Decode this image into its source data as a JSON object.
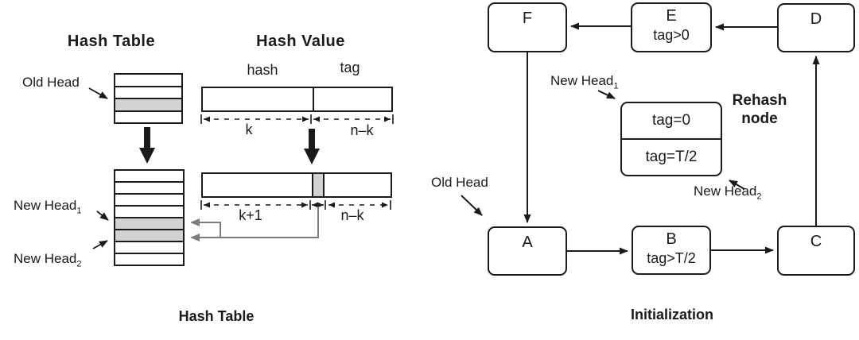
{
  "left": {
    "table_title": "Hash Table",
    "hash_value_title": "Hash Value",
    "old_head_label": "Old Head",
    "field_hash": "hash",
    "field_tag": "tag",
    "dim_k": "k",
    "dim_n_minus_k": "n–k",
    "dim_k_plus_1": "k+1",
    "dim_n_minus_k_2": "n–k",
    "new_head1": {
      "text": "New Head",
      "sub": "1"
    },
    "new_head2": {
      "text": "New Head",
      "sub": "2"
    },
    "caption": "Hash Table"
  },
  "right": {
    "nodes": {
      "f": {
        "label": "F"
      },
      "e": {
        "label": "E",
        "tag": "tag>0"
      },
      "d": {
        "label": "D"
      },
      "a": {
        "label": "A"
      },
      "b": {
        "label": "B",
        "tag": "tag>T/2"
      },
      "c": {
        "label": "C"
      }
    },
    "rehash": {
      "top_value": "tag=0",
      "bottom_value": "tag=T/2",
      "label_line1": "Rehash",
      "label_line2": "node"
    },
    "old_head_label": "Old Head",
    "new_head1": {
      "text": "New Head",
      "sub": "1"
    },
    "new_head2": {
      "text": "New Head",
      "sub": "2"
    },
    "caption": "Initialization"
  },
  "colors": {
    "line": "#1a1a1a",
    "row_fill": "#d2d2d2",
    "gray_arrow": "#7d7d7d"
  }
}
